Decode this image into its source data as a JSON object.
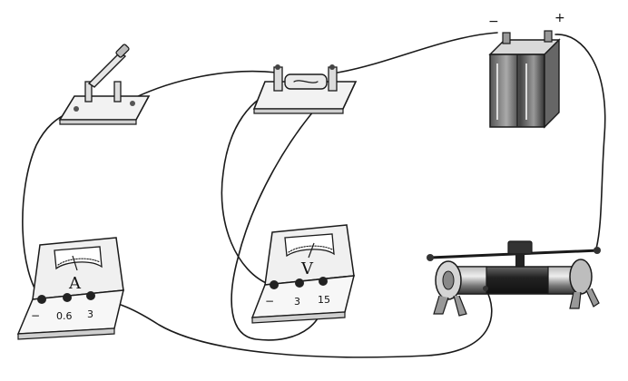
{
  "battery": {
    "neg_label": "−",
    "pos_label": "+"
  },
  "ammeter": {
    "symbol": "A",
    "t1": "−",
    "t2": "0.6",
    "t3": "3"
  },
  "voltmeter": {
    "symbol": "V",
    "t1": "−",
    "t2": "3",
    "t3": "15"
  }
}
